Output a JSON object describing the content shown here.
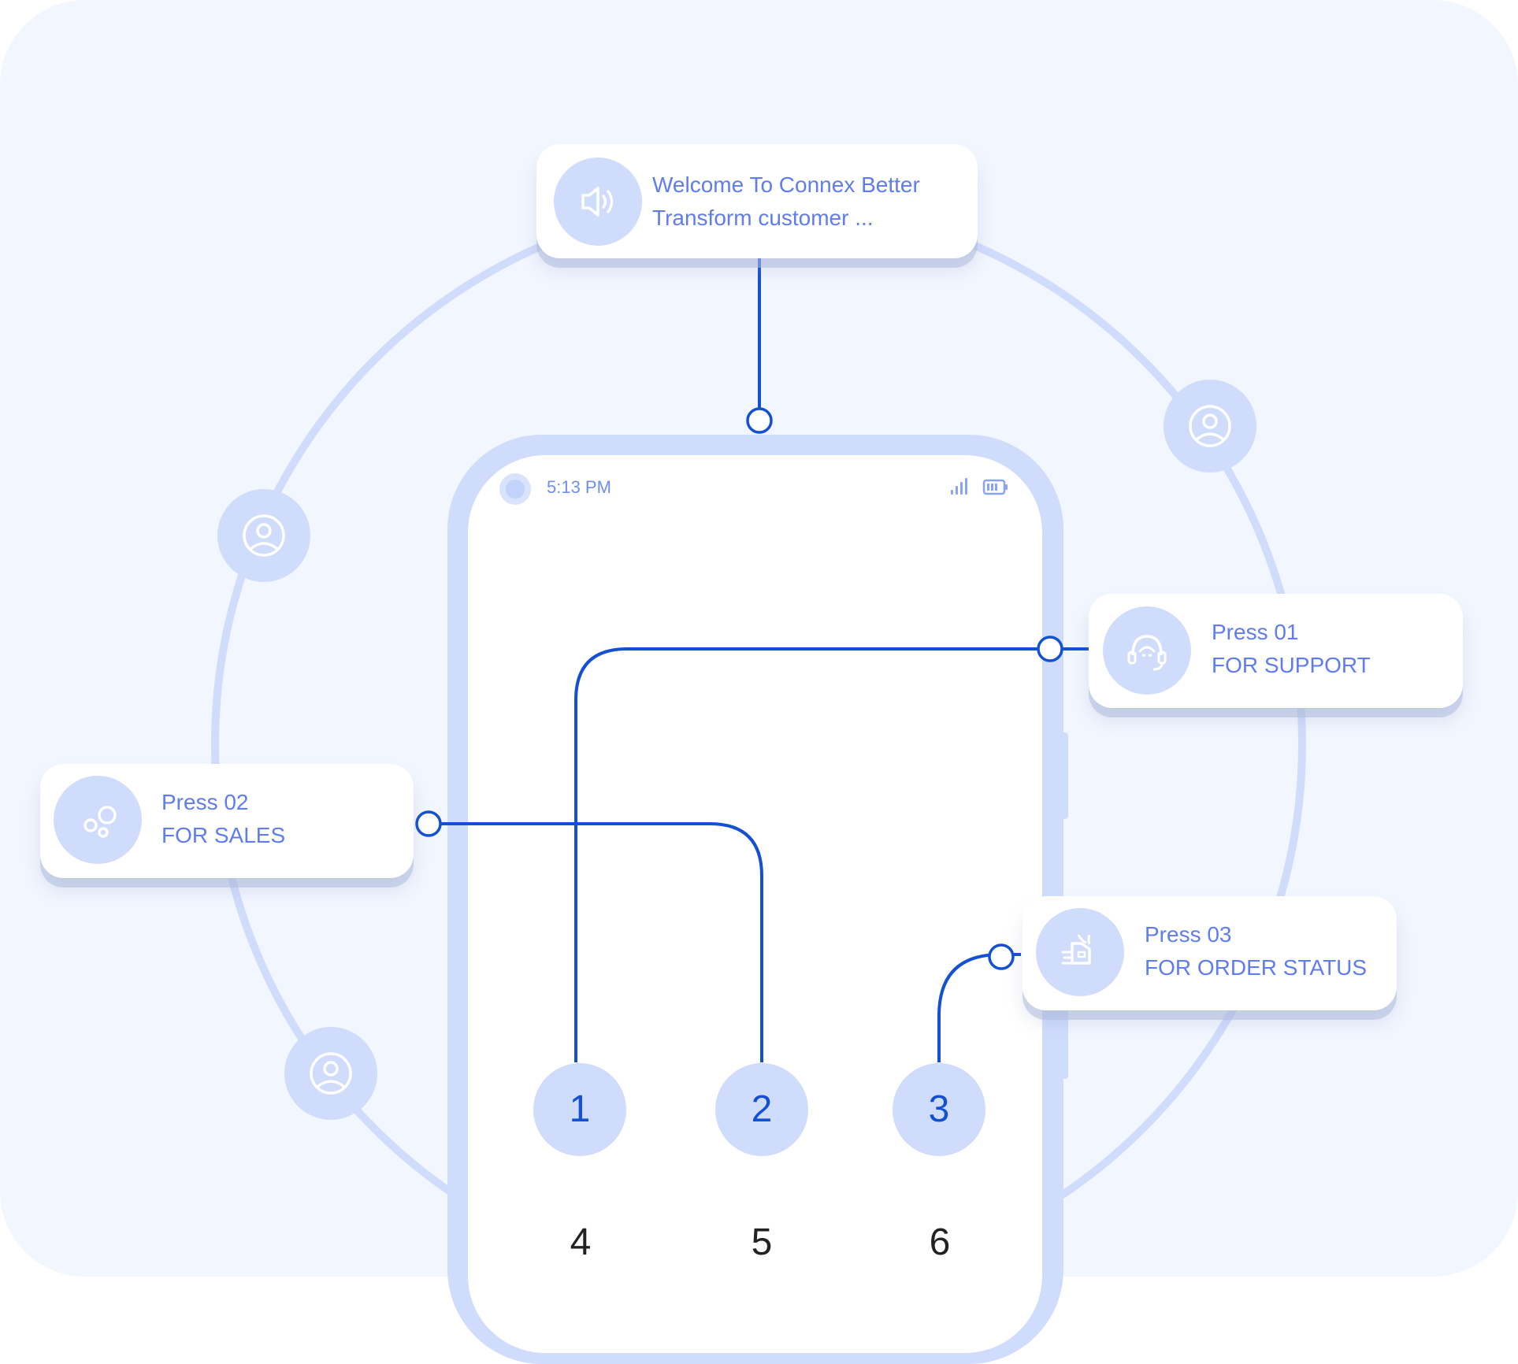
{
  "status_bar": {
    "time": "5:13 PM"
  },
  "welcome_card": {
    "line1": "Welcome To Connex Better",
    "line2": "Transform customer ...",
    "icon": "speaker-icon"
  },
  "support_card": {
    "line1": "Press 01",
    "line2": "FOR SUPPORT",
    "icon": "headset-agent-icon"
  },
  "sales_card": {
    "line1": "Press 02",
    "line2": "FOR SALES",
    "icon": "bubbles-icon"
  },
  "order_card": {
    "line1": "Press 03",
    "line2": "FOR ORDER STATUS",
    "icon": "delivery-truck-icon"
  },
  "keypad": {
    "row1": [
      "1",
      "2",
      "3"
    ],
    "row2": [
      "4",
      "5",
      "6"
    ]
  },
  "colors": {
    "background": "#f2f6fe",
    "accent_light": "#d0dcfc",
    "connector": "#1450d2",
    "label_text": "#5f7cf0"
  }
}
